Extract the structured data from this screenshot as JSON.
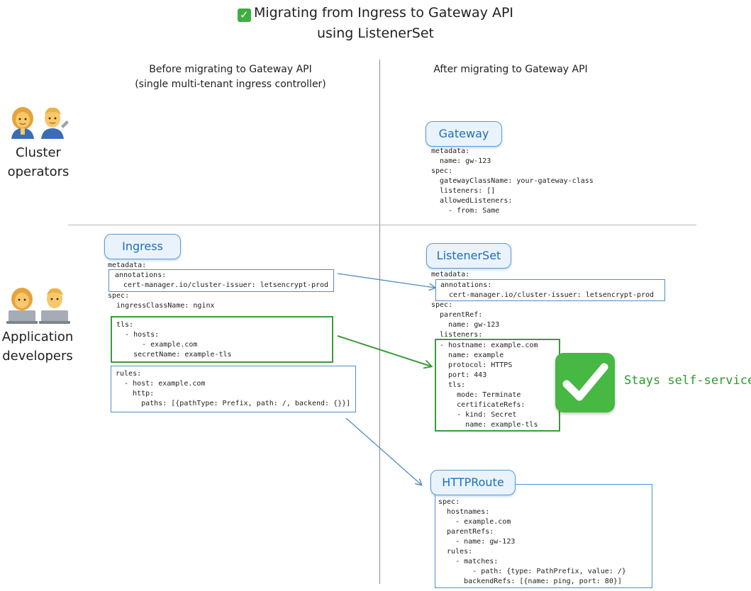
{
  "title": {
    "line1": "Migrating from Ingress to Gateway API",
    "line2": "using ListenerSet",
    "check_icon": "white-check-mark-icon"
  },
  "columns": {
    "before_line1": "Before migrating to Gateway API",
    "before_line2": "(single multi-tenant ingress controller)",
    "after": "After migrating to Gateway API"
  },
  "rows": {
    "cluster_line1": "Cluster",
    "cluster_line2": "operators",
    "app_line1": "Application",
    "app_line2": "developers"
  },
  "gateway": {
    "label": "Gateway",
    "code": "metadata:\n  name: gw-123\nspec:\n  gatewayClassName: your-gateway-class\n  listeners: []\n  allowedListeners:\n    - from: Same"
  },
  "ingress": {
    "label": "Ingress",
    "metadata": "metadata:",
    "annotations": "annotations:\n  cert-manager.io/cluster-issuer: letsencrypt-prod",
    "spec": "spec:\n  ingressClassName: nginx",
    "tls": "tls:\n  - hosts:\n      - example.com\n    secretName: example-tls",
    "rules": "rules:\n  - host: example.com\n    http:\n      paths: [{pathType: Prefix, path: /, backend: {}}]"
  },
  "listenerset": {
    "label": "ListenerSet",
    "metadata": "metadata:",
    "annotations": "annotations:\n  cert-manager.io/cluster-issuer: letsencrypt-prod",
    "spec": "spec:\n  parentRef:\n    name: gw-123\n  listeners:",
    "listener": "- hostname: example.com\n  name: example\n  protocol: HTTPS\n  port: 443\n  tls:\n    mode: Terminate\n    certificateRefs:\n    - kind: Secret\n      name: example-tls"
  },
  "httproute": {
    "label": "HTTPRoute",
    "code": "spec:\n  hostnames:\n    - example.com\n  parentRefs:\n    - name: gw-123\n  rules:\n    - matches:\n        - path: {type: PathPrefix, value: /}\n      backendRefs: [{name: ping, port: 80}]"
  },
  "callout": {
    "text": "Stays self-service",
    "icon": "heavy-check-mark-icon"
  },
  "icons": {
    "operators": [
      "woman-mechanic-icon",
      "man-mechanic-icon"
    ],
    "developers": [
      "woman-technologist-icon",
      "man-technologist-icon"
    ]
  },
  "colors": {
    "blue": "#4e8ec8",
    "green": "#3c9a3c",
    "pill_text": "#1d6fb8"
  }
}
